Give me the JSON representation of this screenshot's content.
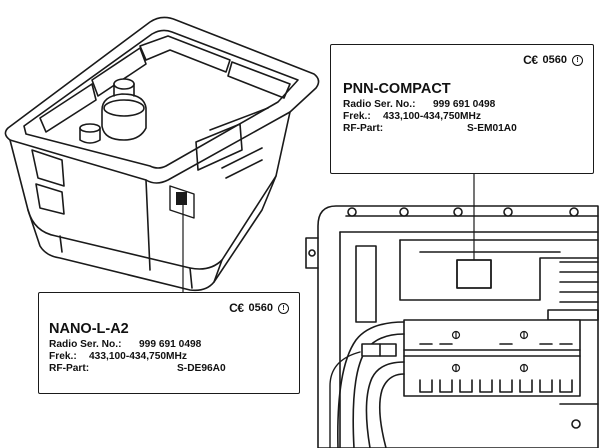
{
  "labels": {
    "nano": {
      "ce_mark": "C€",
      "notified_body": "0560",
      "alert_symbol": "!",
      "model": "NANO-L-A2",
      "radio_ser_label": "Radio Ser. No.:",
      "radio_ser_value": "999 691 0498",
      "freq_label": "Frek.:",
      "freq_value": "433,100-434,750MHz",
      "rf_part_label": "RF-Part:",
      "rf_part_value": "S-DE96A0"
    },
    "pnn": {
      "ce_mark": "C€",
      "notified_body": "0560",
      "alert_symbol": "!",
      "model": "PNN-COMPACT",
      "radio_ser_label": "Radio Ser. No.:",
      "radio_ser_value": "999 691 0498",
      "freq_label": "Frek.:",
      "freq_value": "433,100-434,750MHz",
      "rf_part_label": "RF-Part:",
      "rf_part_value": "S-EM01A0"
    }
  },
  "colors": {
    "line": "#1a1a1a",
    "fill": "#ffffff",
    "shade": "#e6e6e6"
  }
}
